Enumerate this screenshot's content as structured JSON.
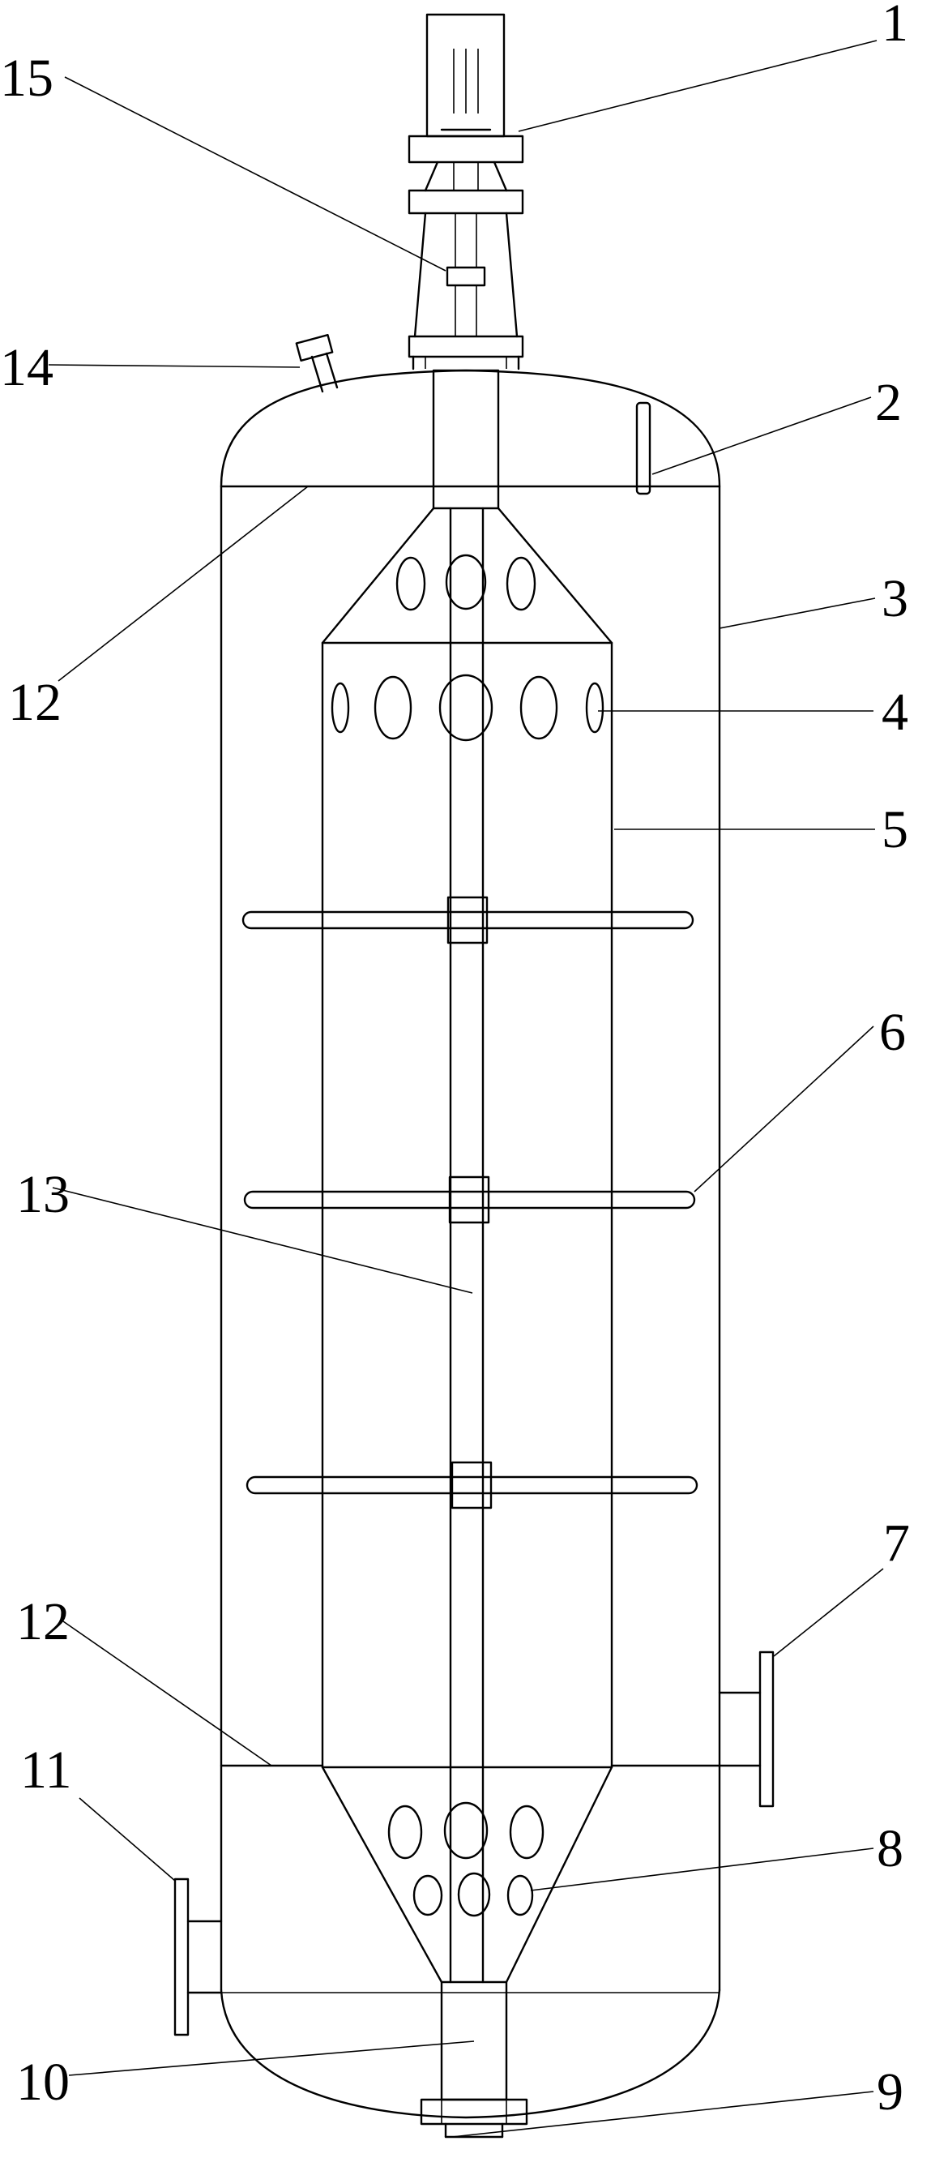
{
  "labels": {
    "l1": "1",
    "l2": "2",
    "l3": "3",
    "l4": "4",
    "l5": "5",
    "l6": "6",
    "l7": "7",
    "l8": "8",
    "l9": "9",
    "l10": "10",
    "l11": "11",
    "l12a": "12",
    "l12b": "12",
    "l13": "13",
    "l14": "14",
    "l15": "15"
  }
}
